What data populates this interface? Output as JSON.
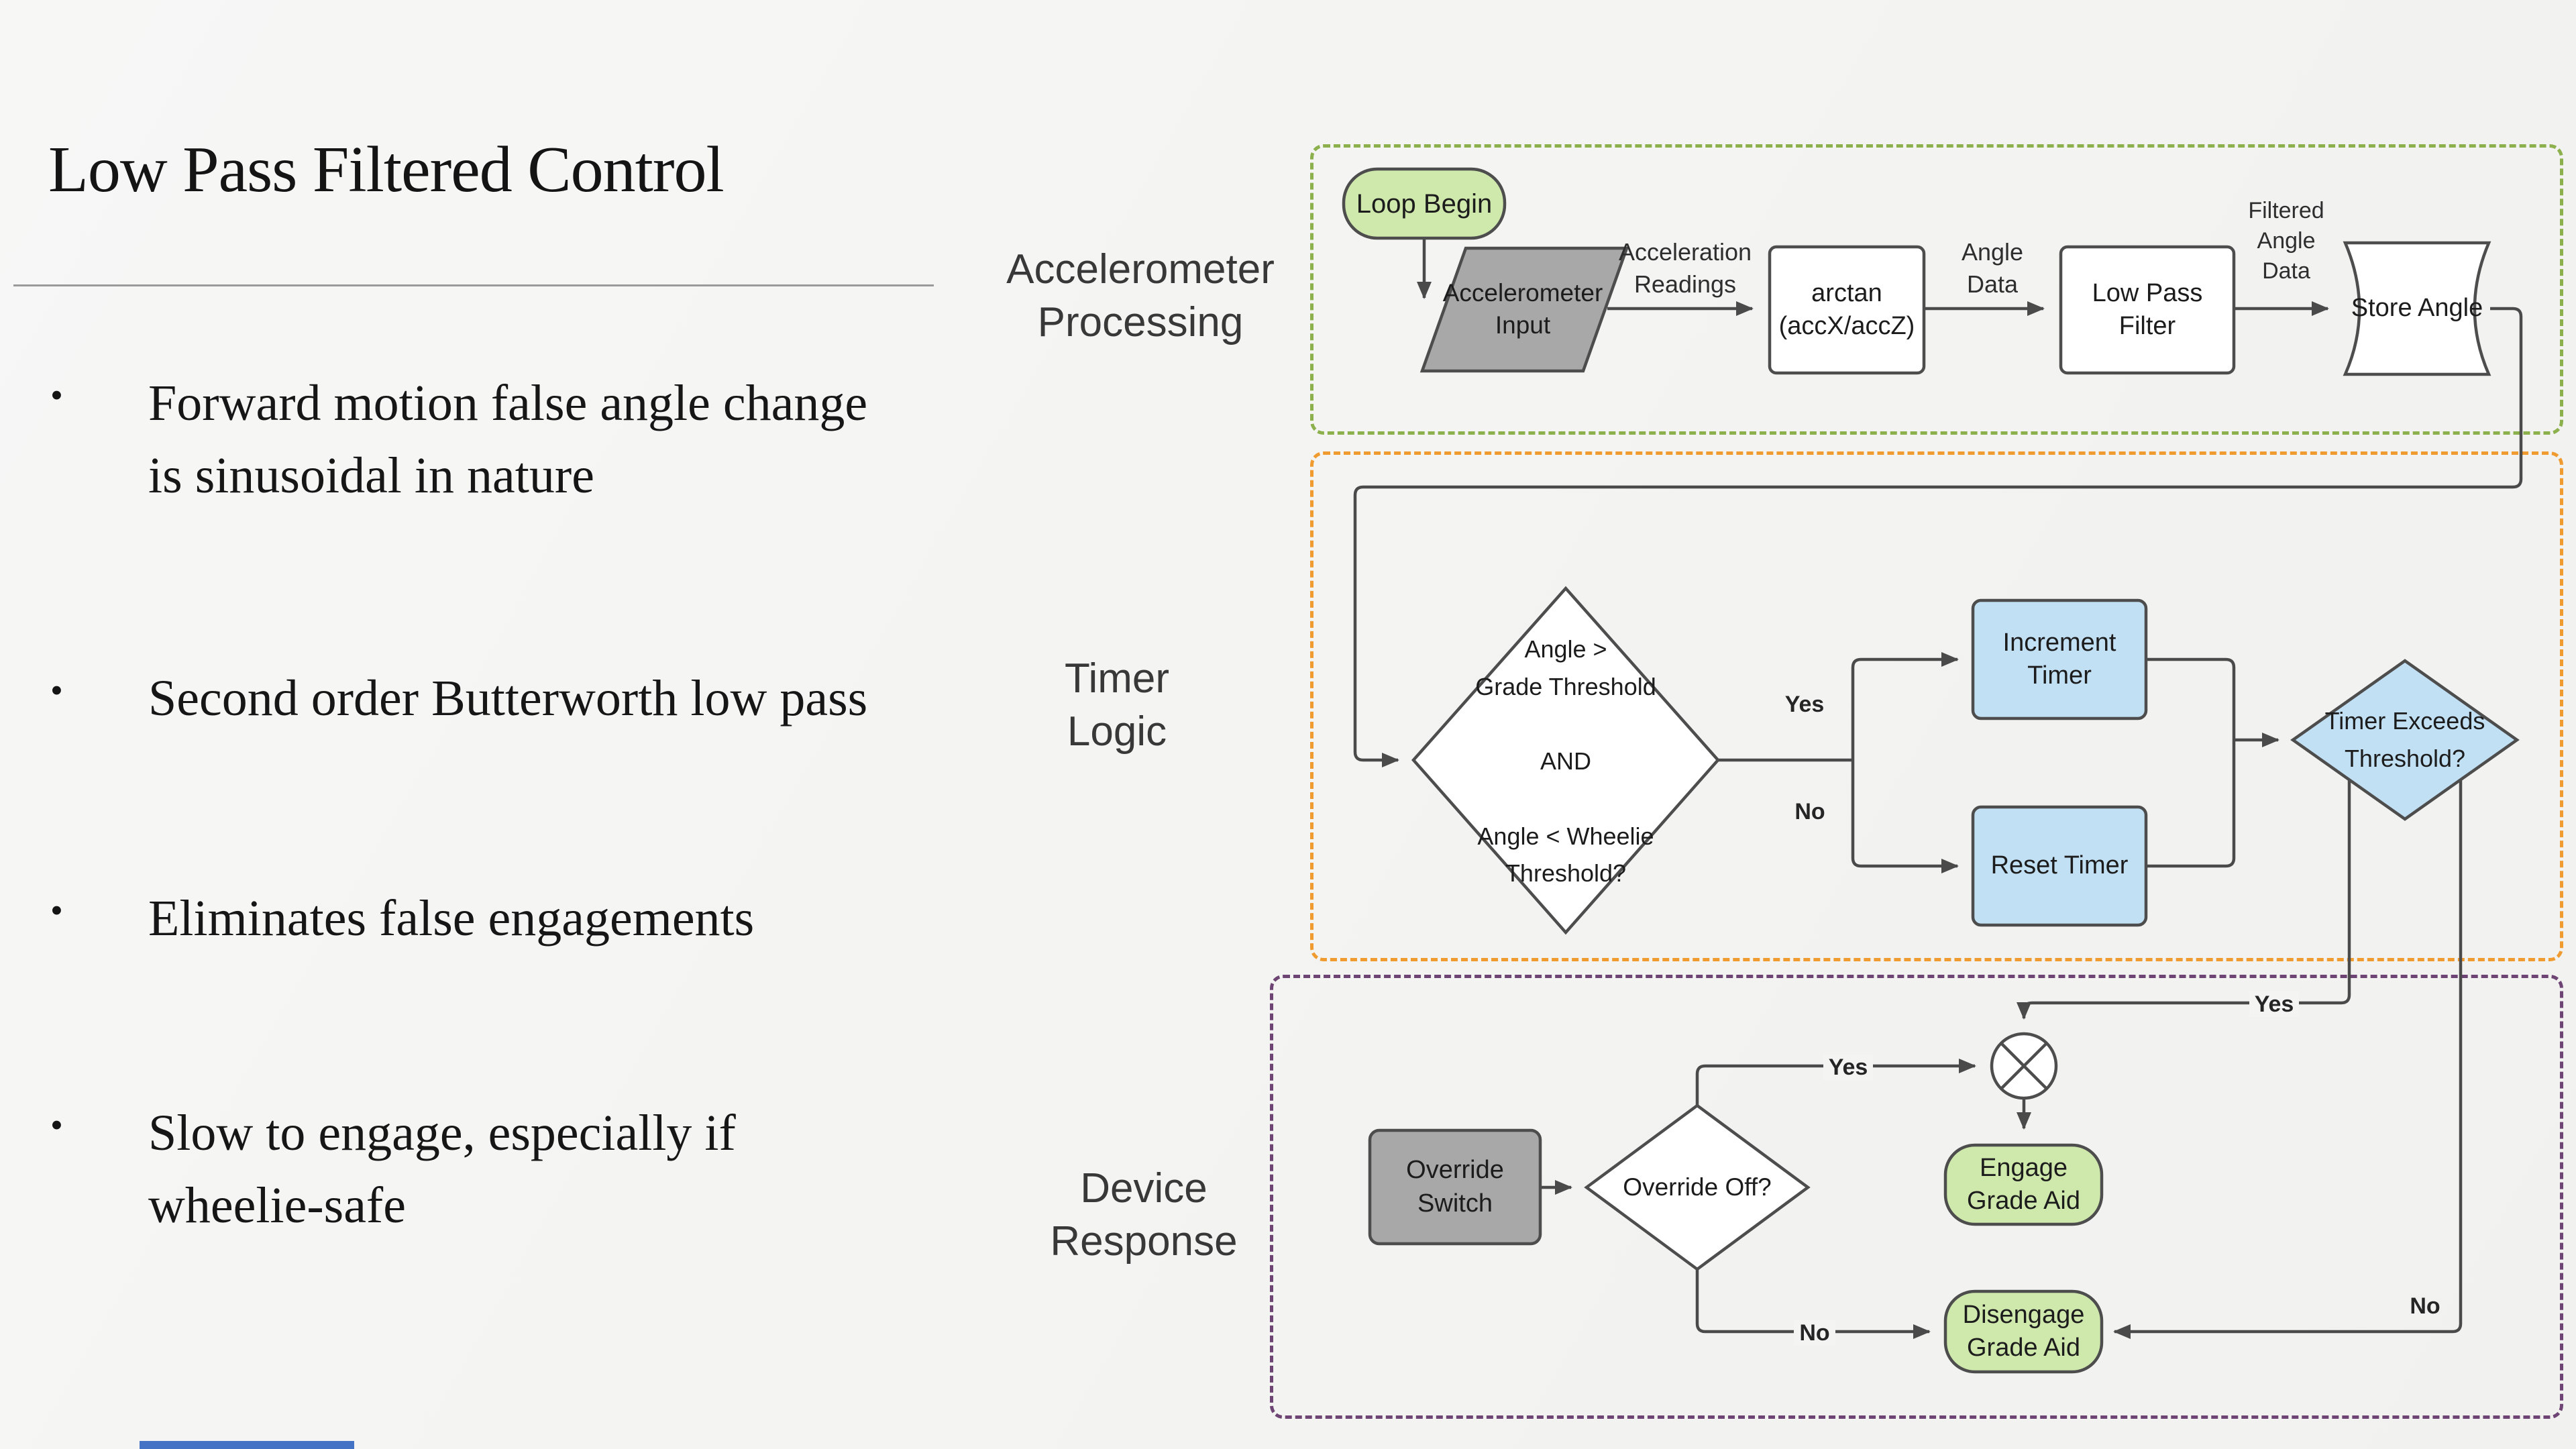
{
  "slide": {
    "title": "Low Pass Filtered Control",
    "bullet_char": "•",
    "bullets": [
      "Forward motion false angle change\nis sinusoidal in nature",
      "Second order Butterworth low pass",
      "Eliminates false engagements",
      "Slow to engage, especially if\nwheelie-safe"
    ]
  },
  "sections": [
    {
      "label": "Accelerometer\nProcessing",
      "border_color": "#8cb04c"
    },
    {
      "label": "Timer\nLogic",
      "border_color": "#f09b30"
    },
    {
      "label": "Device\nResponse",
      "border_color": "#6d4473"
    }
  ],
  "nodes": {
    "loop_begin": "Loop Begin",
    "accelerometer_input": "Accelerometer\nInput",
    "arctan": "arctan\n(accX/accZ)",
    "low_pass_filter": "Low Pass\nFilter",
    "store_angle": "Store Angle",
    "angle_decision": "Angle >\nGrade Threshold\n\nAND\n\nAngle < Wheelie\nThreshold?",
    "increment_timer": "Increment\nTimer",
    "reset_timer": "Reset Timer",
    "timer_exceeds": "Timer Exceeds\nThreshold?",
    "override_switch": "Override\nSwitch",
    "override_off": "Override Off?",
    "engage_grade_aid": "Engage\nGrade Aid",
    "disengage_grade_aid": "Disengage\nGrade Aid"
  },
  "edges": {
    "acceleration_readings": "Acceleration\nReadings",
    "angle_data": "Angle\nData",
    "filtered_angle_data": "Filtered\nAngle\nData",
    "decision_yes": "Yes",
    "decision_no": "No",
    "timer_yes": "Yes",
    "timer_no": "No",
    "override_yes": "Yes",
    "override_no": "No"
  },
  "colors": {
    "background": "#f4f4f2",
    "section_green": "#8cb04c",
    "section_orange": "#f09b30",
    "section_purple": "#6d4473",
    "node_green_fill": "#cfe8ac",
    "node_blue_fill": "#c2e0f4",
    "node_gray_fill": "#a8a8a8",
    "node_white_fill": "#ffffff",
    "stroke": "#4d4d4d",
    "accent_bar": "#4472c4"
  }
}
